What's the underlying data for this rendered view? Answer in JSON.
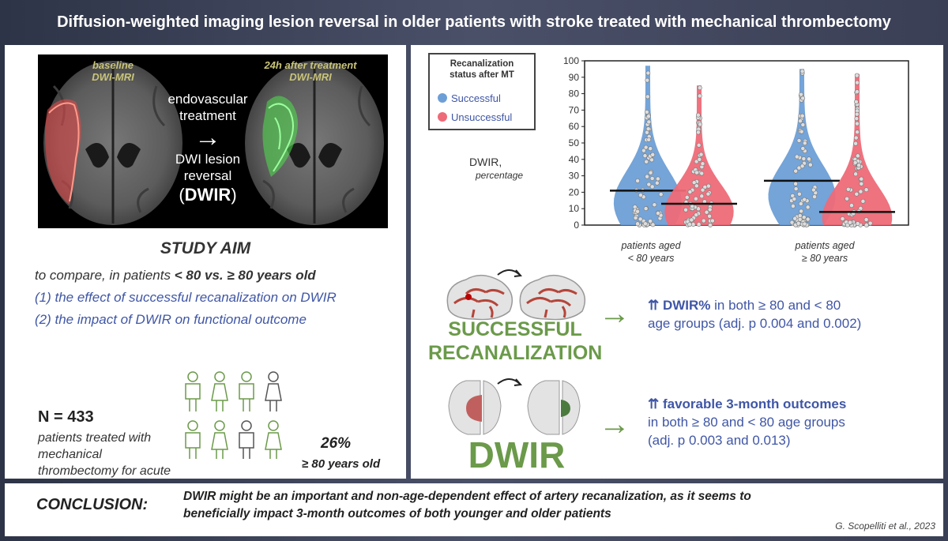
{
  "title": "Diffusion-weighted imaging lesion reversal in older patients with stroke treated with mechanical thrombectomy",
  "mri": {
    "baseline_label_1": "baseline",
    "baseline_label_2": "DWI-MRI",
    "after_label_1": "24h after treatment",
    "after_label_2": "DWI-MRI",
    "center_line_1": "endovascular",
    "center_line_2": "treatment",
    "center_arrow": "→",
    "center_line_3": "DWI lesion",
    "center_line_4": "reversal",
    "center_line_5_open": "(",
    "center_line_5_bold": "DWIR",
    "center_line_5_close": ")"
  },
  "aim": {
    "title": "STUDY AIM",
    "line1_prefix": "to compare, in patients ",
    "line1_bold": "< 80 vs. ≥ 80 years old",
    "line2": "(1)  the effect of successful recanalization on DWIR",
    "line3": "(2)  the impact of DWIR on functional outcome"
  },
  "cohort": {
    "n_label": "N = 433",
    "desc": "patients treated with mechanical thrombectomy for acute stroke",
    "pct": "26%",
    "pct_sub": "≥ 80 years old",
    "icons_green_of_10": 8,
    "icons_gray_of_10": 2
  },
  "chart_data": {
    "type": "violin",
    "legend_title_1": "Recanalization",
    "legend_title_2": "status after MT",
    "ylabel": "DWIR,",
    "ylabel_sub": "percentage",
    "ylim": [
      0,
      100
    ],
    "yticks": [
      "100",
      "90",
      "80",
      "70",
      "60",
      "50",
      "40",
      "30",
      "20",
      "10",
      "0"
    ],
    "groups": [
      {
        "label_1": "patients aged",
        "label_2": "< 80 years"
      },
      {
        "label_1": "patients aged",
        "label_2": "≥ 80 years"
      }
    ],
    "series": [
      {
        "name": "Successful",
        "color": "#6d9fd6",
        "medians": [
          21,
          27
        ],
        "max": [
          97,
          95
        ]
      },
      {
        "name": "Unsuccessful",
        "color": "#ee6a78",
        "medians": [
          13,
          8
        ],
        "max": [
          85,
          92
        ]
      }
    ]
  },
  "findings": {
    "successful_word_1": "SUCCESSFUL",
    "successful_word_2": "RECANALIZATION",
    "finding1_bold": "⇈ DWIR%",
    "finding1_rest": " in both ≥ 80 and < 80",
    "finding1_line2": "age groups (adj. p 0.004 and 0.002)",
    "dwir_word": "DWIR",
    "finding2_bold": "⇈ favorable 3-month outcomes",
    "finding2_line2": "in both ≥ 80 and < 80 age groups",
    "finding2_line3": "(adj. p 0.003 and 0.013)",
    "arrow": "→"
  },
  "conclusion": {
    "label": "CONCLUSION:",
    "text": "DWIR might be an important and non-age-dependent effect of artery recanalization, as it seems to beneficially impact 3-month outcomes of both younger and older patients",
    "citation": "G. Scopelliti et al., 2023"
  },
  "colors": {
    "green": "#6b9a4a",
    "blue_text": "#3f56a6",
    "successful": "#6d9fd6",
    "unsuccessful": "#ee6a78"
  }
}
